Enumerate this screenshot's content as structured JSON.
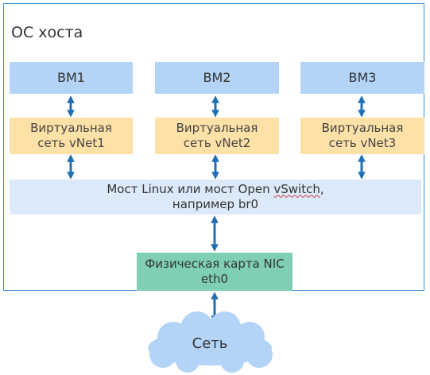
{
  "host": {
    "title": "ОС хоста"
  },
  "vms": [
    {
      "label": "ВМ1"
    },
    {
      "label": "ВМ2"
    },
    {
      "label": "ВМ3"
    }
  ],
  "vnets": [
    {
      "line1": "Виртуальная",
      "line2": "сеть vNet1"
    },
    {
      "line1": "Виртуальная",
      "line2": "сеть vNet2"
    },
    {
      "line1": "Виртуальная",
      "line2": "сеть vNet3"
    }
  ],
  "bridge": {
    "line1_prefix": "Мост Linux или мост Open ",
    "line1_flagged": "vSwitch",
    "line1_suffix": ",",
    "line2": "например br0"
  },
  "nic": {
    "line1": "Физическая карта NIC",
    "line2": "eth0"
  },
  "network": {
    "label": "Сеть"
  },
  "colors": {
    "vm": "#b3d4f7",
    "vnet": "#fde1a7",
    "bridge": "#dce9f8",
    "nic": "#7fcfb3",
    "border": "#3b8fd6",
    "arrow": "#1f6fb5",
    "cloud": "#b3d4f7"
  }
}
